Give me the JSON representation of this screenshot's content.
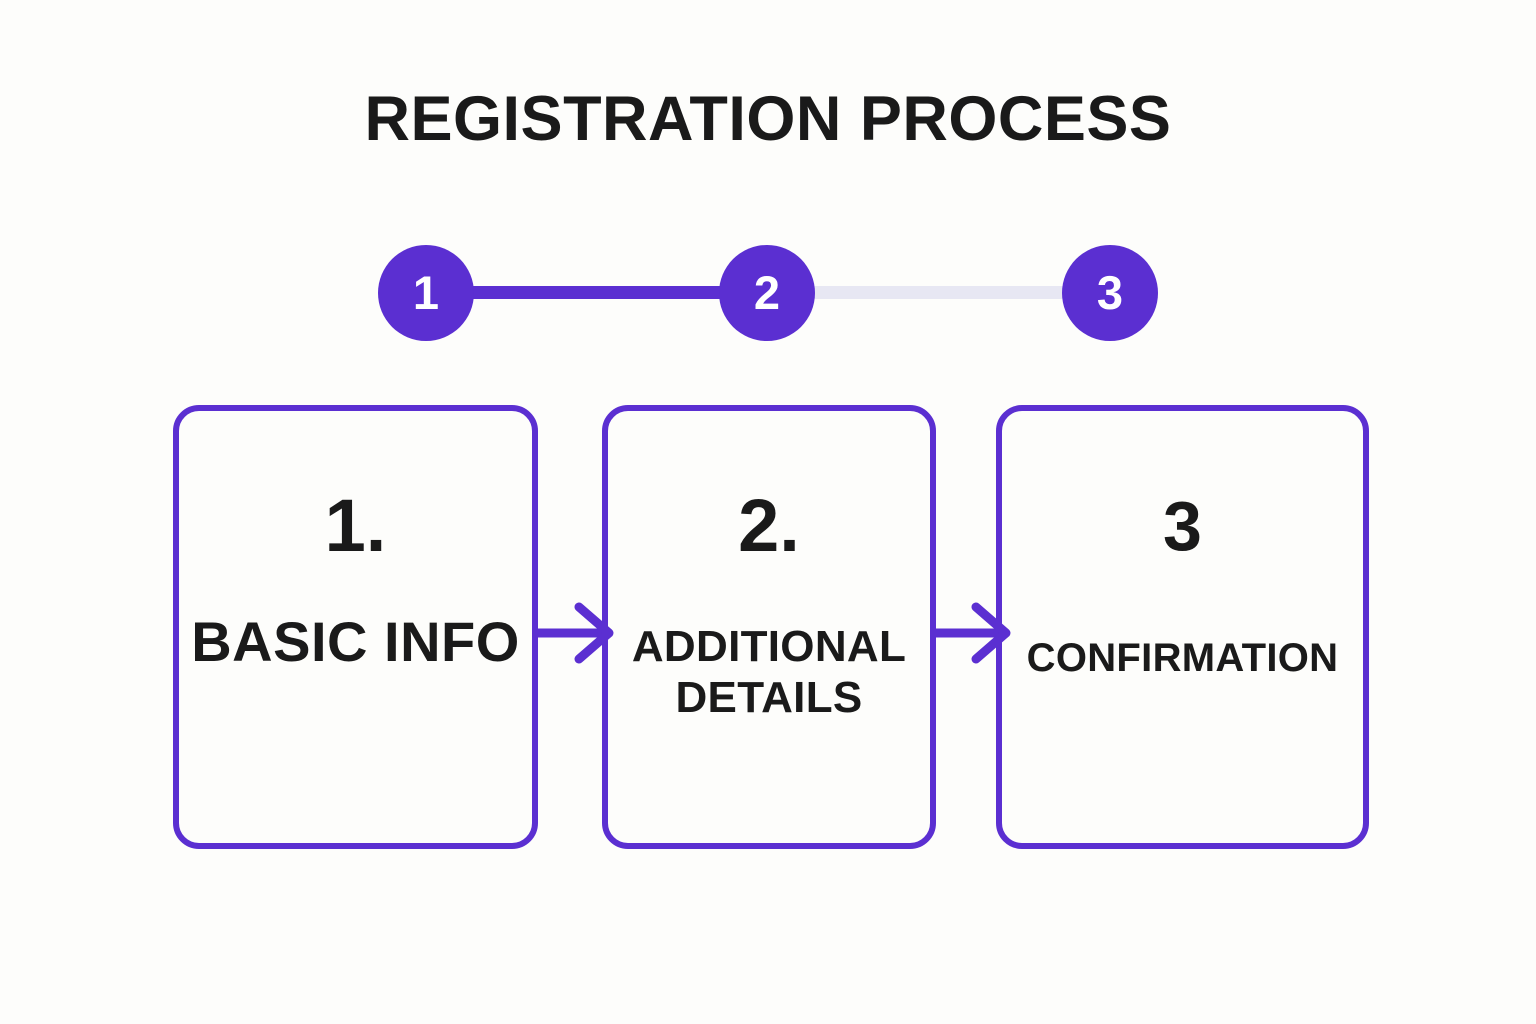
{
  "page": {
    "title": "REGISTRATION PROCESS",
    "background_color": "#FDFDFB",
    "accent_color": "#5B2FD1",
    "inactive_color": "#E7E7F3",
    "text_color": "#1A1A1A"
  },
  "stepper": {
    "steps": [
      {
        "number": "1",
        "state": "active"
      },
      {
        "number": "2",
        "state": "active"
      },
      {
        "number": "3",
        "state": "active"
      }
    ],
    "connectors": [
      {
        "from": "1",
        "to": "2",
        "state": "active"
      },
      {
        "from": "2",
        "to": "3",
        "state": "inactive"
      }
    ]
  },
  "cards": [
    {
      "number": "1.",
      "label": "BASIC INFO"
    },
    {
      "number": "2.",
      "label": "ADDITIONAL DETAILS"
    },
    {
      "number": "3",
      "label": "CONFIRMATION"
    }
  ],
  "arrows": [
    {
      "from": "1",
      "to": "2",
      "direction": "right"
    },
    {
      "from": "2",
      "to": "3",
      "direction": "right"
    }
  ]
}
